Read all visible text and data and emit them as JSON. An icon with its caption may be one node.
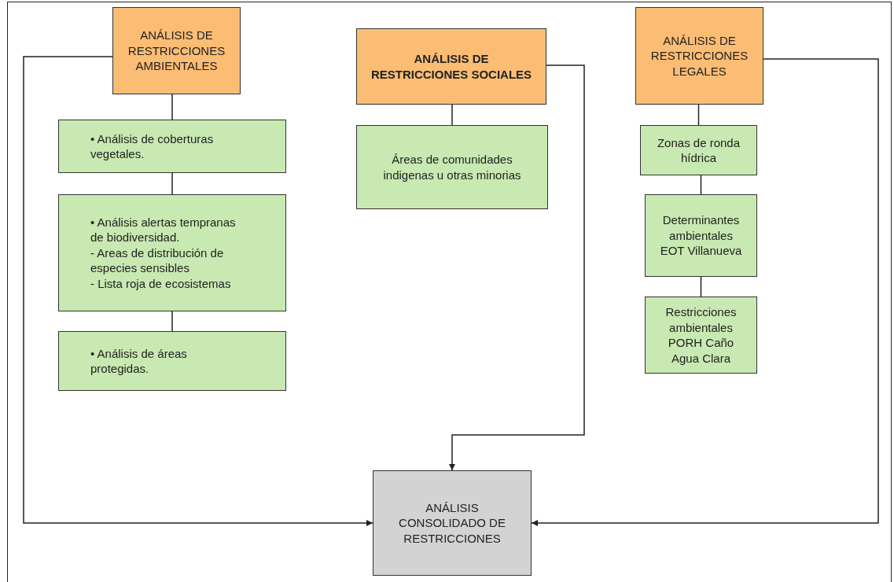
{
  "diagram": {
    "nodes": [
      {
        "text": [
          "ANÁLISIS DE RESTRICCIONES AMBIENTALES"
        ]
      },
      {
        "text": [
          "• Análisis de coberturas vegetales."
        ]
      },
      {
        "text": [
          "• Análisis alertas tempranas de biodiversidad.",
          "- Areas de distribución de especies sensibles",
          "- Lista roja de ecosistemas"
        ]
      },
      {
        "text": [
          "• Análisis de áreas protegidas."
        ]
      },
      {
        "text": [
          "ANÁLISIS DE RESTRICCIONES SOCIALES"
        ]
      },
      {
        "text": [
          "Áreas de comunidades indigenas u otras minorias"
        ]
      },
      {
        "text": [
          "ANÁLISIS DE RESTRICCIONES LEGALES"
        ]
      },
      {
        "text": [
          "Zonas de ronda hídrica"
        ]
      },
      {
        "text": [
          "Determinantes ambientales EOT Villanueva"
        ]
      },
      {
        "text": [
          "Restricciones ambientales PORH Caño Agua Clara"
        ]
      },
      {
        "text": [
          "ANÁLISIS CONSOLIDADO DE RESTRICCIONES"
        ]
      }
    ],
    "edges": [
      {
        "from": 0,
        "to": 1,
        "arrow": "none"
      },
      {
        "from": 1,
        "to": 2,
        "arrow": "none"
      },
      {
        "from": 2,
        "to": 3,
        "arrow": "none"
      },
      {
        "from": 4,
        "to": 5,
        "arrow": "none"
      },
      {
        "from": 6,
        "to": 7,
        "arrow": "none"
      },
      {
        "from": 7,
        "to": 8,
        "arrow": "none"
      },
      {
        "from": 8,
        "to": 9,
        "arrow": "none"
      },
      {
        "from": 0,
        "to": 10,
        "arrow": "to"
      },
      {
        "from": 4,
        "to": 10,
        "arrow": "to"
      },
      {
        "from": 6,
        "to": 10,
        "arrow": "to"
      }
    ]
  }
}
